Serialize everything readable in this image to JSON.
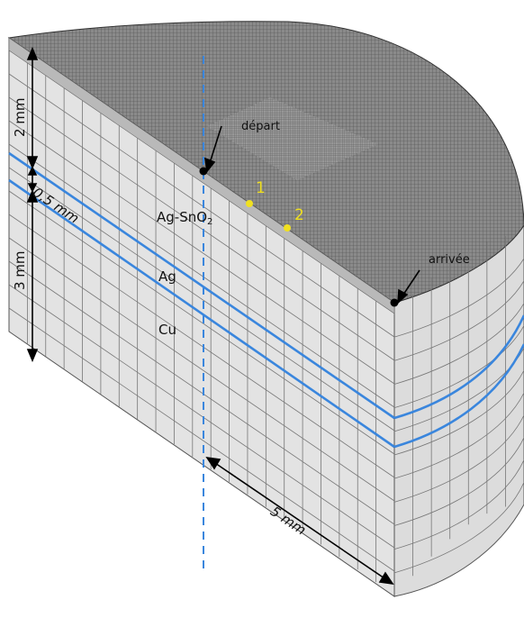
{
  "labels": {
    "depart": "départ",
    "arrivee": "arrivée",
    "point_1": "1",
    "point_2": "2",
    "layer_agsno2_main": "Ag-SnO",
    "layer_agsno2_sub": "2",
    "layer_ag": "Ag",
    "layer_cu": "Cu"
  },
  "dimensions": {
    "dim_2mm": "2 mm",
    "dim_05mm": "0,5 mm",
    "dim_3mm": "3 mm",
    "dim_5mm": "5 mm"
  },
  "colors": {
    "surface": "#e2e2e2",
    "mesh": "#707070",
    "top_mesh": "#4e4e4e",
    "layer_lines": "#3a86dd",
    "axis": "#3a86dd",
    "points": "#f0e020"
  }
}
